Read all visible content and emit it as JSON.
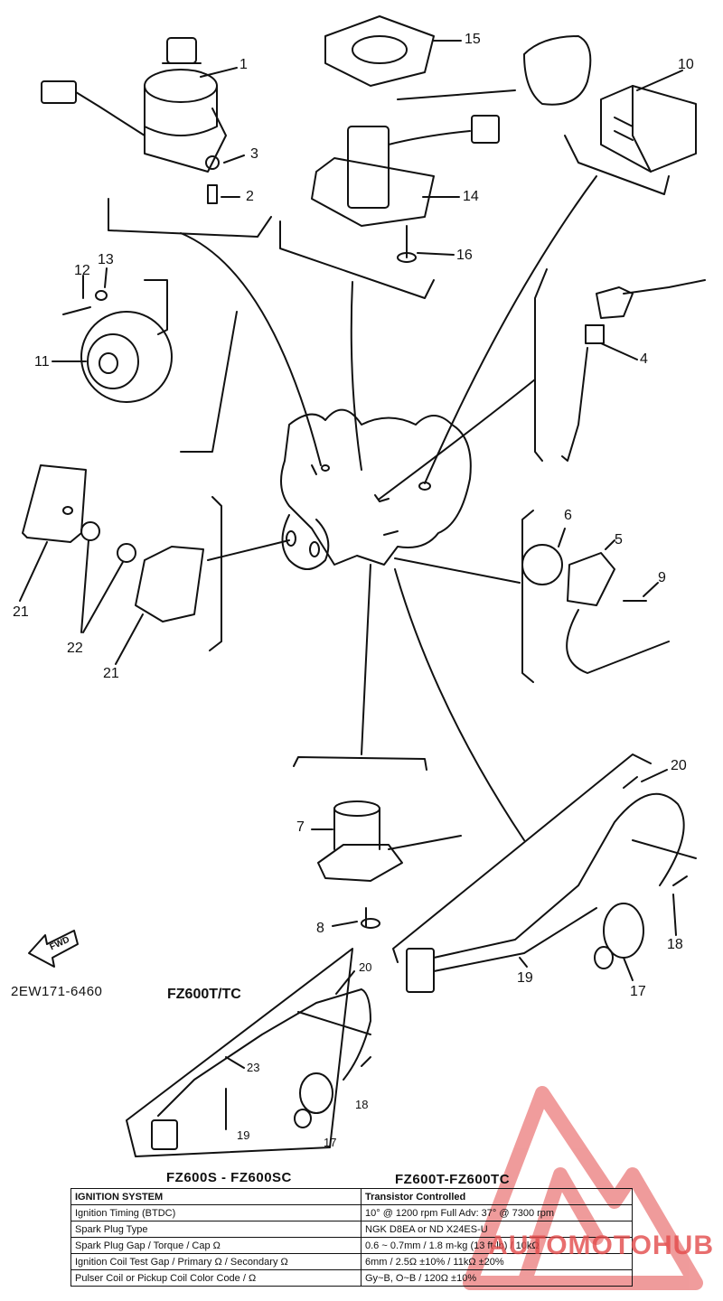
{
  "labels": [
    "1",
    "2",
    "3",
    "4",
    "5",
    "6",
    "7",
    "8",
    "9",
    "10",
    "11",
    "12",
    "13",
    "14",
    "15",
    "16",
    "17",
    "18",
    "19",
    "20",
    "21",
    "21",
    "22",
    "17",
    "18",
    "19",
    "20",
    "23"
  ],
  "diagram_code": "2EW171-6460",
  "inset_model": "FZ600T/TC",
  "fwd_label": "FWD",
  "table": {
    "header_left": "FZ600S - FZ600SC",
    "header_right": "FZ600T-FZ600TC",
    "rows": [
      [
        "IGNITION SYSTEM",
        "Transistor Controlled"
      ],
      [
        "Ignition Timing (BTDC)",
        "10° @ 1200 rpm        Full Adv: 37° @ 7300 rpm"
      ],
      [
        "Spark Plug Type",
        "NGK D8EA or ND X24ES-U"
      ],
      [
        "Spark Plug Gap / Torque / Cap Ω",
        "0.6 ~ 0.7mm / 1.8 m-kg (13 ft-lb) / 10kΩ"
      ],
      [
        "Ignition Coil Test Gap / Primary Ω / Secondary Ω",
        "6mm / 2.5Ω ±10% / 11kΩ ±20%"
      ],
      [
        "Pulser Coil or Pickup Coil Color Code / Ω",
        "Gy~B, O~B / 120Ω ±10%"
      ]
    ]
  },
  "watermark": "AUTOMOTOHUB",
  "colors": {
    "ink": "#111111",
    "watermark": "#e34b4b"
  }
}
